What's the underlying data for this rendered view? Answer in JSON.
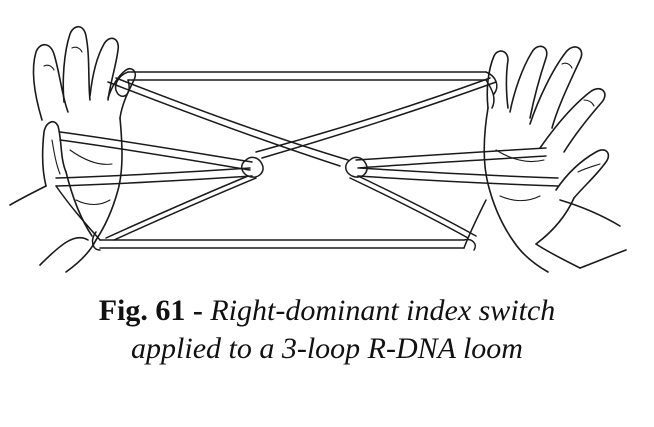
{
  "figure": {
    "label": "Fig. 61 -",
    "title_line1": "Right-dominant index switch",
    "title_line2": "applied to a 3-loop R-DNA loom"
  },
  "illustration": {
    "subject": "two hands holding a string figure",
    "icons": {
      "left_hand": "left-hand-drawing",
      "right_hand": "right-hand-drawing",
      "string": "string-figure-drawing"
    },
    "ink_color": "#1a1a1a",
    "background_color": "#ffffff"
  }
}
